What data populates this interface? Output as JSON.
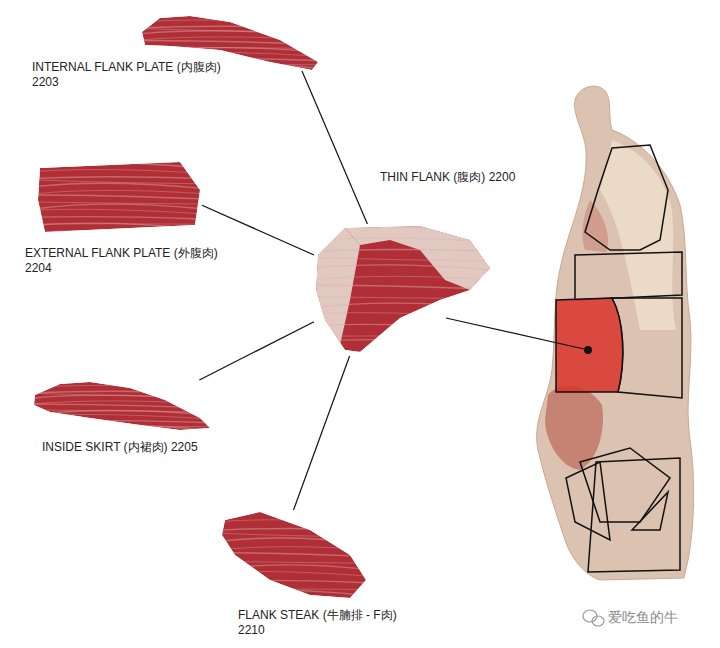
{
  "diagram": {
    "nodes": [
      {
        "text": [
          "INTERNAL FLANK PLATE (内腹肉) 2203"
        ]
      },
      {
        "text": [
          "THIN FLANK (腹肉) 2200"
        ]
      },
      {
        "text": [
          "EXTERNAL FLANK PLATE (外腹肉) 2204"
        ]
      },
      {
        "text": [
          "INSIDE SKIRT (内裙肉) 2205"
        ]
      },
      {
        "text": [
          "FLANK STEAK (牛腩排 - F肉) 2210"
        ]
      }
    ],
    "edges": [
      {
        "from": 1,
        "to": 0,
        "arrow": "none"
      },
      {
        "from": 1,
        "to": 2,
        "arrow": "none"
      },
      {
        "from": 1,
        "to": 3,
        "arrow": "none"
      },
      {
        "from": 1,
        "to": 4,
        "arrow": "none"
      }
    ],
    "labels": [
      "爱吃鱼的牛"
    ]
  }
}
